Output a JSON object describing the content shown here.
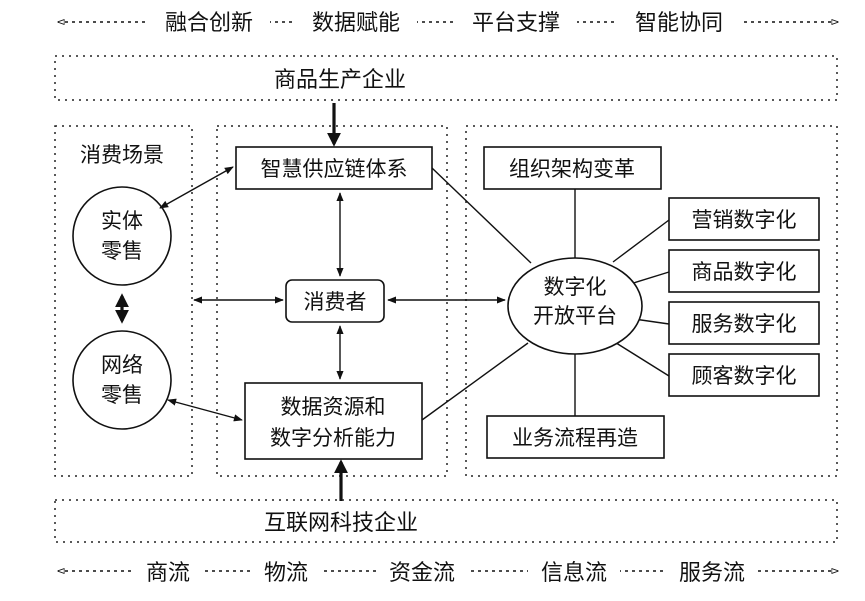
{
  "top_flow": [
    "融合创新",
    "数据赋能",
    "平台支撑",
    "智能协同"
  ],
  "producer": "商品生产企业",
  "scene": {
    "title": "消费场景",
    "physical": [
      "实体",
      "零售"
    ],
    "online": [
      "网络",
      "零售"
    ]
  },
  "center": {
    "supply_chain": "智慧供应链体系",
    "consumer": "消费者",
    "data": [
      "数据资源和",
      "数字分析能力"
    ]
  },
  "platform": {
    "hub": [
      "数字化",
      "开放平台"
    ],
    "org": "组织架构变革",
    "process": "业务流程再造",
    "items": [
      "营销数字化",
      "商品数字化",
      "服务数字化",
      "顾客数字化"
    ]
  },
  "internet": "互联网科技企业",
  "bottom_flow": [
    "商流",
    "物流",
    "资金流",
    "信息流",
    "服务流"
  ]
}
